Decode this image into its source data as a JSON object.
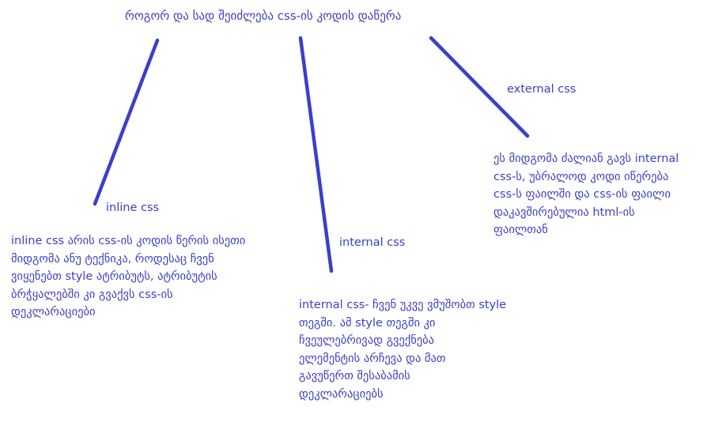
{
  "title": "როგორ და სად შეიძლება css-ის კოდის დაწერა",
  "colors": {
    "text": "#3b3fc4",
    "connector": "#3a3fcc",
    "background": "#ffffff"
  },
  "branches": {
    "inline": {
      "label": "inline css",
      "description": "inline css არის css-ის კოდის წერის ისეთი\nმიდგომა ანუ ტექნიკა, როდესაც ჩვენ\nვიყენებთ style ატრიბუტს, ატრიბუტის\nბრჭყალებში კი გვაქვს css-ის\nდეკლარაციები"
    },
    "internal": {
      "label": "internal css",
      "description": "internal css- ჩვენ უკვე ვმუშობთ style\nთეგში. ამ style თეგში კი\nჩვეულებრივად გვექნება\nელემენტის არჩევა და მათ\nგავუწერთ შესაბამის\nდეკლარაციებს"
    },
    "external": {
      "label": "external css",
      "description": "ეს მიდგომა ძალიან გავს internal\ncss-ს, უბრალოდ კოდი იწერება\ncss-ს ფაილში და css-ის ფაილი\nდაკავშირებულია html-ის\nფაილთან"
    }
  }
}
